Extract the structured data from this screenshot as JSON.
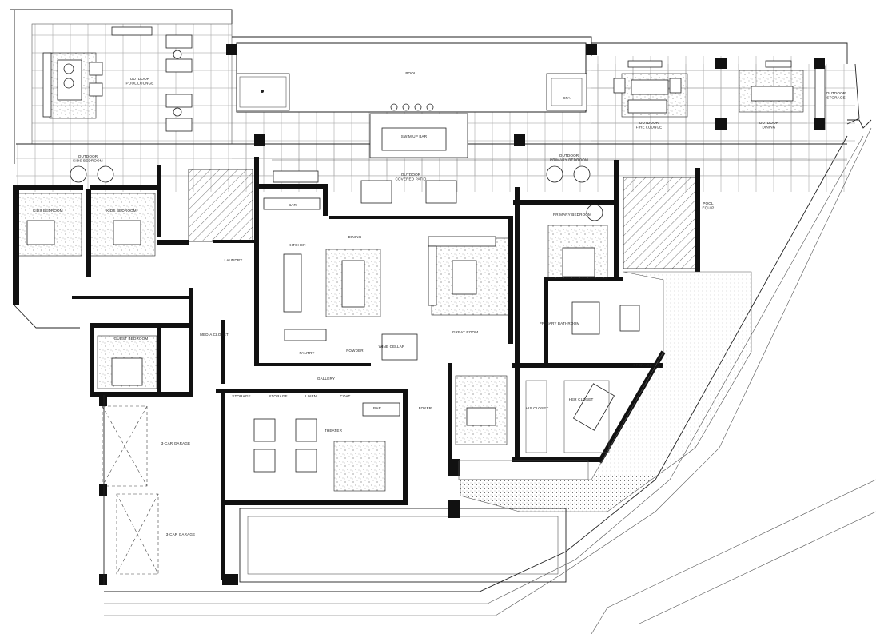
{
  "plan": {
    "rooms": {
      "outdoor_pool_lounge": "OUTDOOR\nPOOL LOUNGE",
      "pool": "POOL",
      "spa": "SPA",
      "swim_up_bar": "SWIM UP BAR",
      "outdoor_fire_lounge": "OUTDOOR\nFIRE LOUNGE",
      "outdoor_dining": "OUTDOOR\nDINING",
      "outdoor_storage": "OUTDOOR\nSTORAGE",
      "outdoor_kids_bedroom": "OUTDOOR\nKIDS BEDROOM",
      "outdoor_covered_patio": "OUTDOOR\nCOVERED PATIO",
      "outdoor_primary_bedroom": "OUTDOOR\nPRIMARY BEDROOM",
      "kids_bedroom_1": "KIDS BEDROOM",
      "kids_bedroom_2": "KIDS BEDROOM",
      "bar": "BAR",
      "kitchen": "KITCHEN",
      "dining": "DINING",
      "laundry": "LAUNDRY",
      "great_room": "GREAT ROOM",
      "primary_bedroom": "PRIMARY BEDROOM",
      "pool_equip": "POOL\nEQUIP",
      "primary_bathroom": "PRIMARY BATHROOM",
      "guest_bedroom": "GUEST BEDROOM",
      "media_closet": "MEDIA CLOSET",
      "pantry": "PANTRY",
      "powder": "POWDER",
      "wine_cellar": "WINE CELLAR",
      "gallery": "GALLERY",
      "storage_1": "STORAGE",
      "storage_2": "STORAGE",
      "linen": "LINEN",
      "coat": "COAT",
      "storage_3": "STORAGE",
      "his_closet": "HIS CLOSET",
      "her_closet": "HER CLOSET",
      "foyer": "FOYER",
      "bar_theater": "BAR",
      "theater": "THEATER",
      "garage_1": "3-CAR GARAGE",
      "garage_2": "3-CAR GARAGE"
    }
  }
}
